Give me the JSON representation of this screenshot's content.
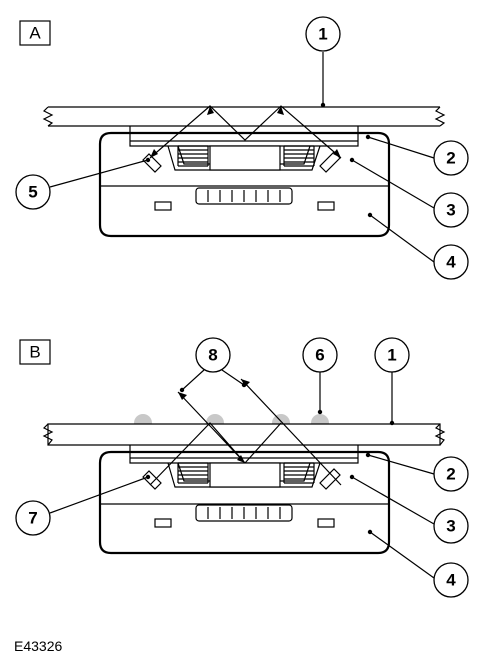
{
  "figure": {
    "code": "E43326",
    "panels": [
      {
        "label": "A",
        "callouts": [
          "1",
          "2",
          "3",
          "4",
          "5"
        ]
      },
      {
        "label": "B",
        "callouts": [
          "8",
          "6",
          "1",
          "2",
          "7",
          "3",
          "4"
        ]
      }
    ]
  }
}
